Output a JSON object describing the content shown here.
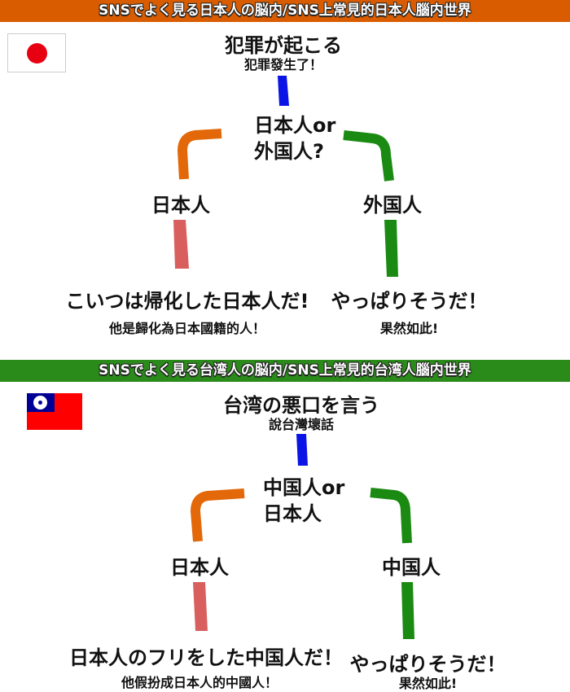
{
  "japan": {
    "header": "SNSでよく見る日本人の脳内/SNS上常見的日本人腦内世界",
    "header_color": "#d95c00",
    "flag": "japan-flag",
    "title": "犯罪が起こる",
    "subtitle": "犯罪發生了！",
    "question_line1": "日本人or",
    "question_line2": "外国人?",
    "left_label": "日本人",
    "right_label": "外国人",
    "left_result": "こいつは帰化した日本人だ!",
    "left_result_sub": "他是歸化為日本國籍的人！",
    "right_result": "やっぱりそうだ！",
    "right_result_sub": "果然如此!"
  },
  "taiwan": {
    "header": "SNSでよく見る台湾人の脳内/SNS上常見的台湾人腦内世界",
    "header_color": "#2a8a1a",
    "flag": "taiwan-flag",
    "title": "台湾の悪口を言う",
    "subtitle": "說台灣壞話",
    "question_line1": "中国人or",
    "question_line2": "日本人",
    "left_label": "日本人",
    "right_label": "中国人",
    "left_result": "日本人のフリをした中国人だ！",
    "left_result_sub": "他假扮成日本人的中國人！",
    "right_result": "やっぱりそうだ！",
    "right_result_sub": "果然如此!"
  }
}
